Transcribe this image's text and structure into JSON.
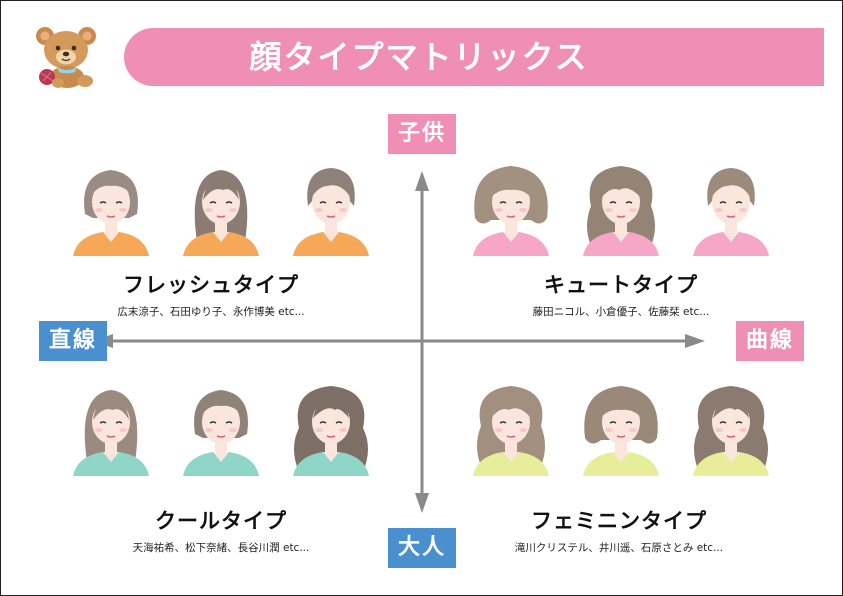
{
  "title": "顔タイプマトリックス",
  "axes": {
    "top": "子供",
    "bottom": "大人",
    "left": "直線",
    "right": "曲線"
  },
  "quadrants": [
    {
      "id": "fresh",
      "name": "フレッシュタイプ",
      "examples": "広末涼子、石田ゆり子、永作博美 etc...",
      "shirt_color": "#f5a958",
      "skin": "#fbe6dd",
      "hair": [
        "#9a8c84",
        "#8a7c73",
        "#8e8179"
      ]
    },
    {
      "id": "cute",
      "name": "キュートタイプ",
      "examples": "藤田ニコル、小倉優子、佐藤栞 etc...",
      "shirt_color": "#f6a6c6",
      "skin": "#fbe6dd",
      "hair": [
        "#a29080",
        "#948475",
        "#9c8b7d"
      ]
    },
    {
      "id": "cool",
      "name": "クールタイプ",
      "examples": "天海祐希、松下奈緒、長谷川潤 etc...",
      "shirt_color": "#8fd6c8",
      "skin": "#fbe6dd",
      "hair": [
        "#9a8a7f",
        "#8f8379",
        "#7d6e66"
      ]
    },
    {
      "id": "feminine",
      "name": "フェミニンタイプ",
      "examples": "滝川クリステル、井川遥、石原さとみ etc...",
      "shirt_color": "#e6ee9a",
      "skin": "#fbe6dd",
      "hair": [
        "#a28f80",
        "#9a8878",
        "#8a7a70"
      ]
    }
  ],
  "colors": {
    "pink": "#ef8fb5",
    "blue": "#4a90cf",
    "axis": "#8a8a8a"
  }
}
